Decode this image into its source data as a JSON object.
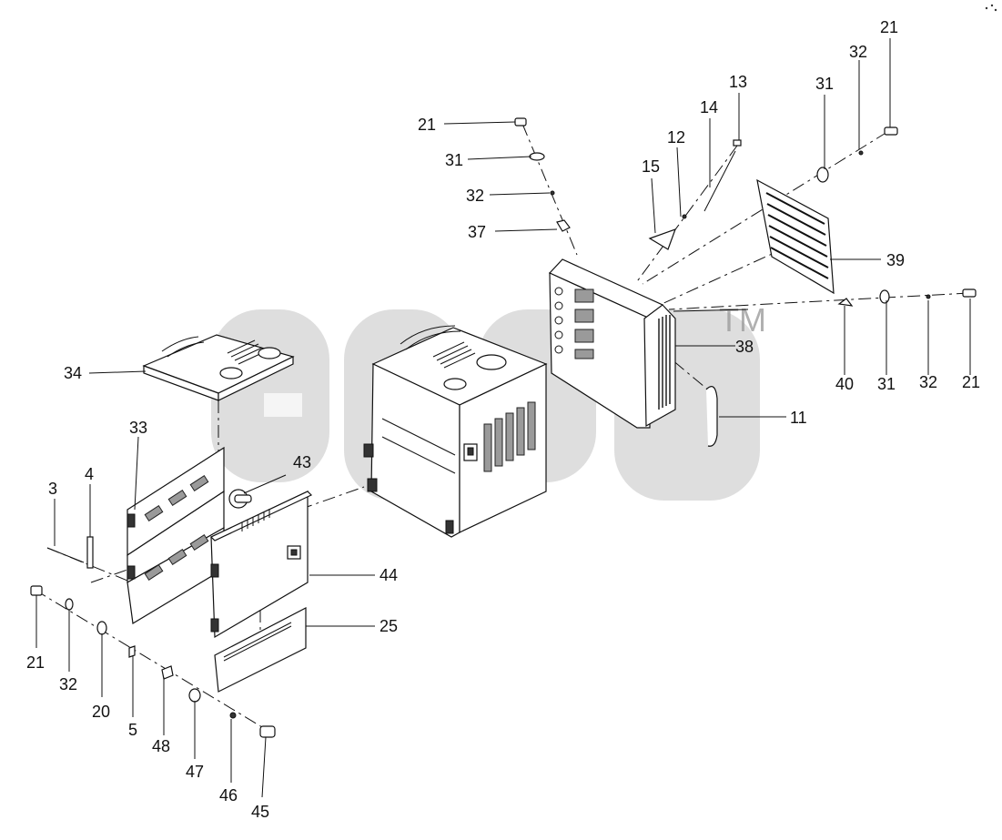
{
  "watermark": {
    "trademark": "TM"
  },
  "callouts": [
    {
      "text": "21"
    },
    {
      "text": "31"
    },
    {
      "text": "32"
    },
    {
      "text": "37"
    },
    {
      "text": "13"
    },
    {
      "text": "14"
    },
    {
      "text": "12"
    },
    {
      "text": "15"
    },
    {
      "text": "21"
    },
    {
      "text": "32"
    },
    {
      "text": "31"
    },
    {
      "text": "39"
    },
    {
      "text": "38"
    },
    {
      "text": "11"
    },
    {
      "text": "40"
    },
    {
      "text": "31"
    },
    {
      "text": "32"
    },
    {
      "text": "21"
    },
    {
      "text": "34"
    },
    {
      "text": "33"
    },
    {
      "text": "43"
    },
    {
      "text": "3"
    },
    {
      "text": "4"
    },
    {
      "text": "44"
    },
    {
      "text": "25"
    },
    {
      "text": "21"
    },
    {
      "text": "32"
    },
    {
      "text": "20"
    },
    {
      "text": "5"
    },
    {
      "text": "48"
    },
    {
      "text": "47"
    },
    {
      "text": "46"
    },
    {
      "text": "45"
    }
  ]
}
